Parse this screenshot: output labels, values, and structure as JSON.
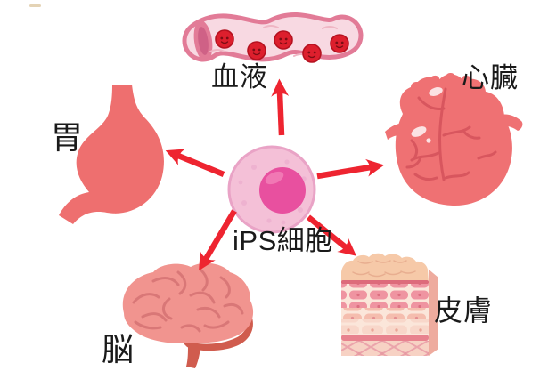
{
  "figure": {
    "center": {
      "label": "iPS細胞",
      "icon": "ips-cell-illustration"
    },
    "nodes": [
      {
        "id": "blood",
        "label": "血液",
        "icon": "blood-vessel-illustration"
      },
      {
        "id": "heart",
        "label": "心臓",
        "icon": "heart-illustration"
      },
      {
        "id": "stomach",
        "label": "胃",
        "icon": "stomach-illustration"
      },
      {
        "id": "brain",
        "label": "脳",
        "icon": "brain-illustration"
      },
      {
        "id": "skin",
        "label": "皮膚",
        "icon": "skin-illustration"
      }
    ],
    "colors": {
      "arrow": "#ee2430",
      "cell_body": "#f4c0d7",
      "cell_rim": "#e9a3c6",
      "cell_nucleus": "#e8509f",
      "stomach": "#ee6f6f",
      "heart": "#ef7173",
      "heart_vessels": "#d8565e",
      "brain": "#f1948f",
      "brain_dark": "#d05c4e",
      "brain_lines": "#d97777",
      "vessel_wall": "#e27b97",
      "vessel_inner": "#f8d9e2",
      "blood_cell": "#dd1f2d",
      "skin_top": "#f6c9a8",
      "label_text": "#1a1a1a"
    }
  }
}
